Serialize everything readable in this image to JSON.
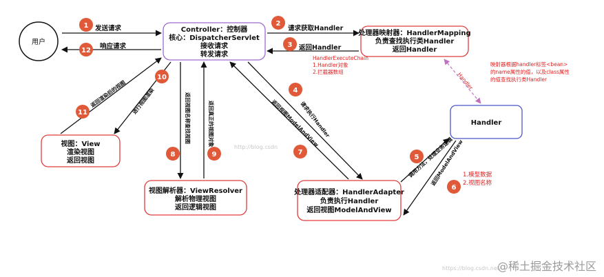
{
  "nodes": {
    "user": {
      "label": "用户"
    },
    "controller": {
      "lines": [
        "Controller：控制器",
        "核心：DispatcherServlet",
        "接收请求",
        "转发请求"
      ]
    },
    "handler_mapping": {
      "lines": [
        "处理器映射器：HandlerMapping",
        "负责查找执行类Handler",
        "返回Handler"
      ]
    },
    "handler": {
      "label": "Handler"
    },
    "handler_adapter": {
      "lines": [
        "处理器适配器：HandlerAdapter",
        "负责执行Handler",
        "返回视图ModelAndView"
      ]
    },
    "view_resolver": {
      "lines": [
        "视图解析器：ViewResolver",
        "解析物理视图",
        "返回逻辑视图"
      ]
    },
    "view": {
      "lines": [
        "视图：View",
        "渲染视图",
        "返回视图"
      ]
    }
  },
  "steps": [
    {
      "num": "1",
      "label": "发送请求"
    },
    {
      "num": "2",
      "label": "请求获取Handler"
    },
    {
      "num": "3",
      "label": "返回Handler"
    },
    {
      "num": "4",
      "label": "请求执行Handler"
    },
    {
      "num": "5",
      "label": "调用方法，处理业务逻辑"
    },
    {
      "num": "6",
      "label": "返回ModelAndView"
    },
    {
      "num": "7",
      "label": "返回视图ModelAndView"
    },
    {
      "num": "8",
      "label": "返回视图名称查找视图"
    },
    {
      "num": "9",
      "label": "返回真正的视图对象"
    },
    {
      "num": "10",
      "label": "进行视图渲染"
    },
    {
      "num": "11",
      "label": "返回渲染后的视图"
    },
    {
      "num": "12",
      "label": "响应请求"
    }
  ],
  "notes": {
    "execution_chain": [
      "HandlerExecuteChain",
      "1.Handler对象",
      "2.拦截器数组"
    ],
    "mapping_note": [
      "映射器根据handler标签<bean>",
      "的name属性的值，以及class属性",
      "的值查找执行类Handler"
    ],
    "dashed_label": "Handler",
    "model_data": [
      "1.模型数据",
      "2.视图名称"
    ]
  },
  "watermarks": {
    "blog": "http://blog.csdn",
    "brand": "@稀土掘金技术社区",
    "small": "https://blog.csdn.net/"
  },
  "colors": {
    "node_border": "#e03a3a",
    "handler_border": "#4a55c8",
    "controller_border": "#9a6ad0",
    "step_circle": "#e05a3a",
    "note": "#e02020",
    "dashed": "#c070c0"
  }
}
